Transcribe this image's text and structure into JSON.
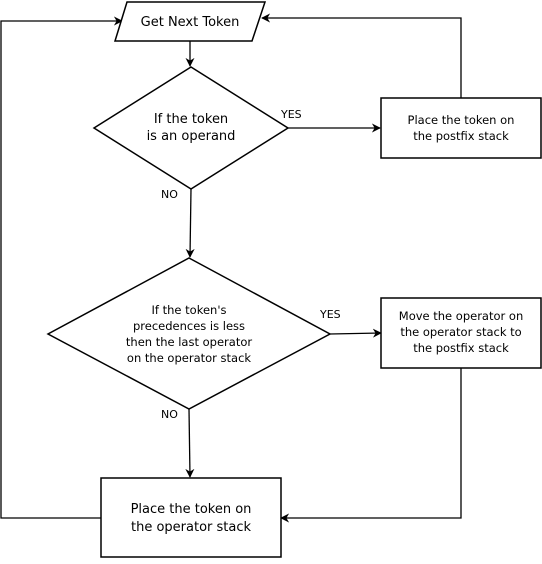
{
  "diagram": {
    "nodes": {
      "get_next_token": {
        "lines": [
          "Get Next Token"
        ]
      },
      "operand_check": {
        "lines": [
          "If the token",
          "is an operand"
        ]
      },
      "place_postfix": {
        "lines": [
          "Place the token on",
          "the postfix stack"
        ]
      },
      "precedence_check": {
        "lines": [
          "If the token's",
          "precedences is less",
          "then the last operator",
          "on the operator stack"
        ]
      },
      "move_operator": {
        "lines": [
          "Move the operator on",
          "the operator stack to",
          "the postfix stack"
        ]
      },
      "place_operator": {
        "lines": [
          "Place the token on",
          "the operator stack"
        ]
      }
    },
    "edge_labels": {
      "operand_yes": "YES",
      "operand_no": "NO",
      "precedence_yes": "YES",
      "precedence_no": "NO"
    },
    "colors": {
      "stroke": "#000000",
      "fill": "#ffffff"
    }
  }
}
